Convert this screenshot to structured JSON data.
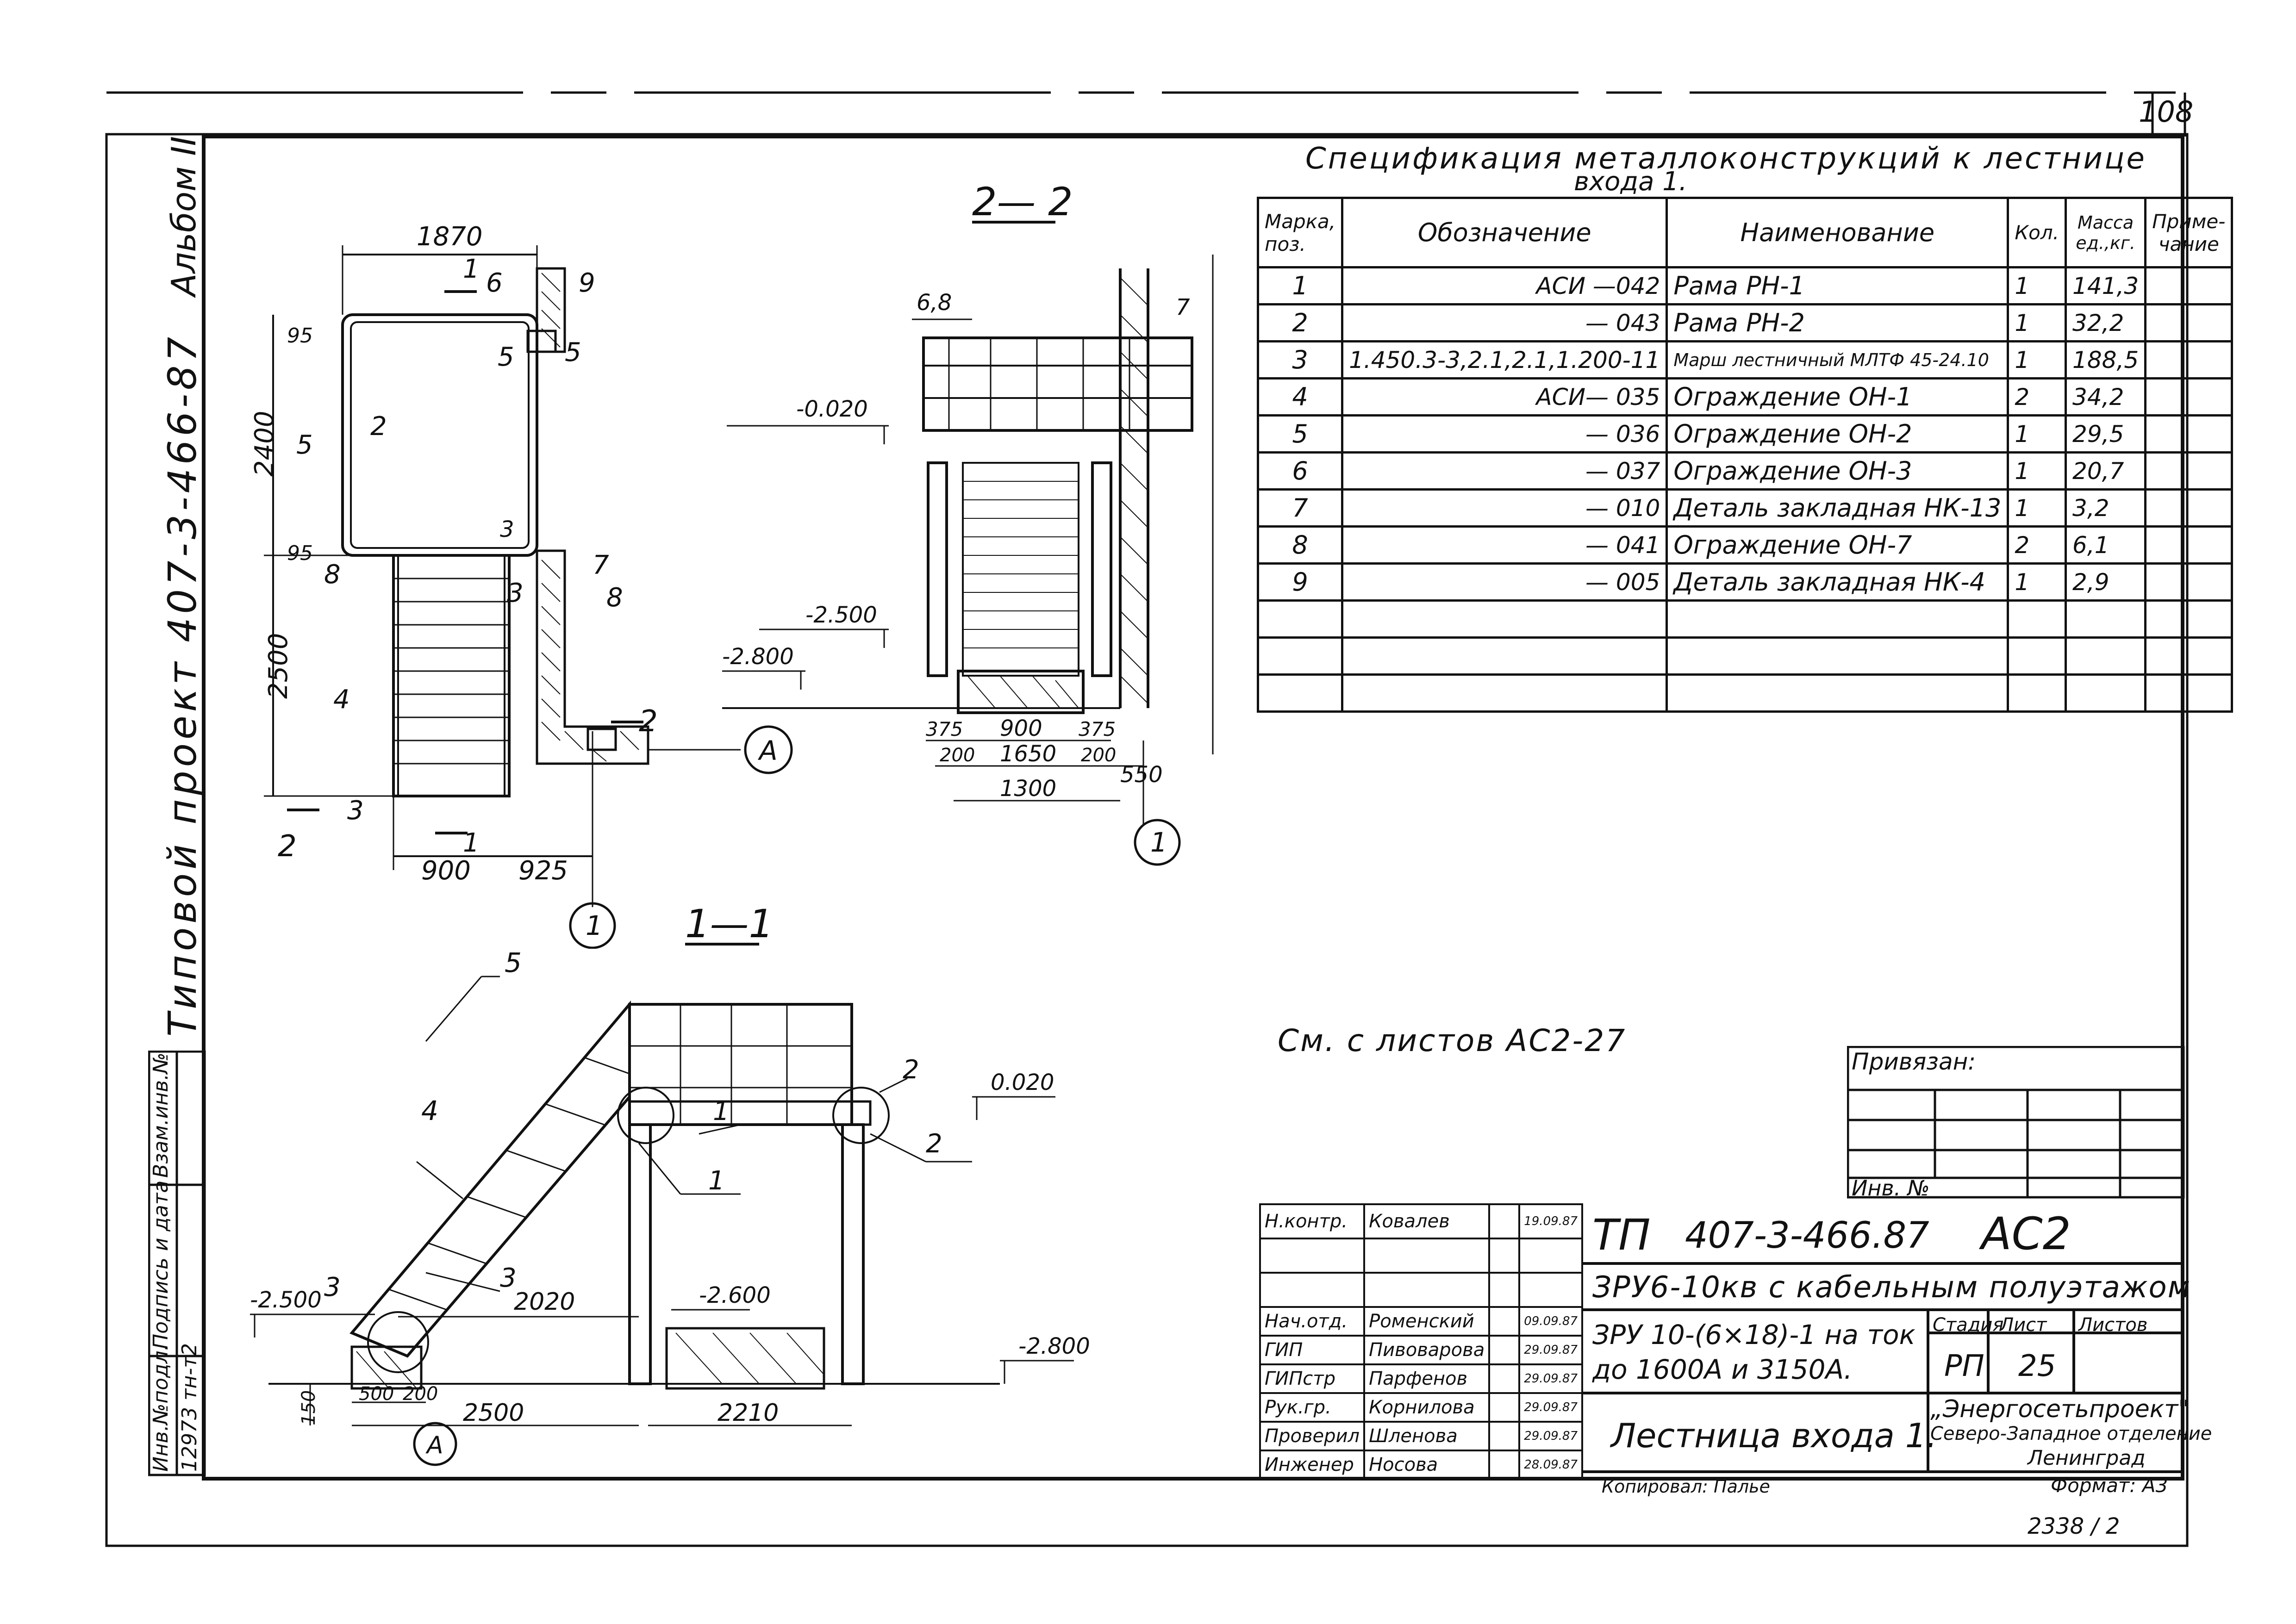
{
  "sheet_number": "108",
  "album": "Альбом II",
  "project_vertical": "Типовой проект   407-3-466-87",
  "left_stamp": {
    "headers": [
      "Инв.№подл.",
      "Подпись и дата",
      "Взам.инв.№"
    ],
    "inv_value": "12973 тн-т2"
  },
  "spec": {
    "title_line1": "Спецификация металлоконструкций к лестнице",
    "title_line2": "входа 1.",
    "columns": [
      "Марка, поз.",
      "Обозначение",
      "Наименование",
      "Кол.",
      "Масса ед.,кг.",
      "Приме- чание"
    ],
    "rows": [
      {
        "pos": "1",
        "code": "АСИ —042",
        "name": "Рама          РН-1",
        "qty": "1",
        "mass": "141,3",
        "note": ""
      },
      {
        "pos": "2",
        "code": "— 043",
        "name": "Рама          РН-2",
        "qty": "1",
        "mass": "32,2",
        "note": ""
      },
      {
        "pos": "3",
        "code": "1.450.3-3,2.1,2.1,1.200-11",
        "name": "Марш лестничный МЛТФ 45-24.10",
        "qty": "1",
        "mass": "188,5",
        "note": ""
      },
      {
        "pos": "4",
        "code": "АСИ— 035",
        "name": "Ограждение ОН-1",
        "qty": "2",
        "mass": "34,2",
        "note": ""
      },
      {
        "pos": "5",
        "code": "— 036",
        "name": "Ограждение ОН-2",
        "qty": "1",
        "mass": "29,5",
        "note": ""
      },
      {
        "pos": "6",
        "code": "— 037",
        "name": "Ограждение ОН-3",
        "qty": "1",
        "mass": "20,7",
        "note": ""
      },
      {
        "pos": "7",
        "code": "— 010",
        "name": "Деталь закладная НК-13",
        "qty": "1",
        "mass": "3,2",
        "note": ""
      },
      {
        "pos": "8",
        "code": "— 041",
        "name": "Ограждение ОН-7",
        "qty": "2",
        "mass": "6,1",
        "note": ""
      },
      {
        "pos": "9",
        "code": "— 005",
        "name": "Деталь закладная НК-4",
        "qty": "1",
        "mass": "2,9",
        "note": ""
      }
    ]
  },
  "see_sheets": "См. с листов АС2-27",
  "privyazan": "Привязан:",
  "inv_no": "Инв. №",
  "title_block": {
    "tp": "ТП",
    "project": "407-3-466.87",
    "mark": "АС2",
    "object": "ЗРУ6-10кв с кабельным полуэтажом",
    "desc_line1": "ЗРУ 10-(6×18)-1 на ток",
    "desc_line2": "до 1600А и 3150А.",
    "sheet_name": "Лестница входа 1.",
    "stage_label": "Стадия",
    "sheet_label": "Лист",
    "sheets_label": "Листов",
    "stage": "РП",
    "sheet": "25",
    "org_line1": "„Энергосетьпроект\"",
    "org_line2": "Северо-Западное отделение",
    "org_line3": "Ленинград",
    "format": "Формат: А3",
    "copied": "Копировал: Палье",
    "staff": [
      {
        "role": "Н.контр.",
        "name": "Ковалев",
        "date": "19.09.87"
      },
      {
        "role": "",
        "name": "",
        "date": ""
      },
      {
        "role": "",
        "name": "",
        "date": ""
      },
      {
        "role": "Нач.отд.",
        "name": "Роменский",
        "date": "09.09.87"
      },
      {
        "role": "ГИП",
        "name": "Пивоварова",
        "date": "29.09.87"
      },
      {
        "role": "ГИПстр",
        "name": "Парфенов",
        "date": "29.09.87"
      },
      {
        "role": "Рук.гр.",
        "name": "Корнилова",
        "date": "29.09.87"
      },
      {
        "role": "Проверил",
        "name": "Шленова",
        "date": "29.09.87"
      },
      {
        "role": "Инженер",
        "name": "Носова",
        "date": "28.09.87"
      }
    ]
  },
  "bottom_code": "2338 / 2",
  "plan": {
    "dim_top": "1870",
    "dim_95a": "95",
    "dim_2400": "2400",
    "dim_95b": "95",
    "dim_2500": "2500",
    "dim_900": "900",
    "dim_925": "925",
    "labels": [
      "1",
      "6",
      "9",
      "5",
      "5",
      "5",
      "2",
      "3",
      "3",
      "7",
      "8",
      "8",
      "4",
      "3",
      "1",
      "2",
      "2"
    ],
    "axis": "1",
    "axis_a": "А"
  },
  "section22": {
    "title": "2— 2",
    "lbl_68": "6,8",
    "lbl_7": "7",
    "lvl_0020": "-0.020",
    "lvl_2500": "-2.500",
    "lvl_2800": "-2.800",
    "d375a": "375",
    "d900": "900",
    "d375b": "375",
    "d200a": "200",
    "d1650": "1650",
    "d200b": "200",
    "d1300": "1300",
    "d550": "550",
    "axis": "1"
  },
  "section11": {
    "title": "1—1",
    "lbl_5": "5",
    "lbl_4": "4",
    "lbl_2a": "2",
    "lbl_2b": "2",
    "lbl_1a": "1",
    "lbl_1b": "1",
    "lbl_3a": "3",
    "lbl_3b": "3",
    "lvl_0020": "0.020",
    "lvl_2500": "-2.500",
    "lvl_2600": "-2.600",
    "lvl_2800": "-2.800",
    "d2020": "2020",
    "d150": "150",
    "d500": "500",
    "d200": "200",
    "d2500": "2500",
    "d2210": "2210",
    "axis_a": "А"
  }
}
